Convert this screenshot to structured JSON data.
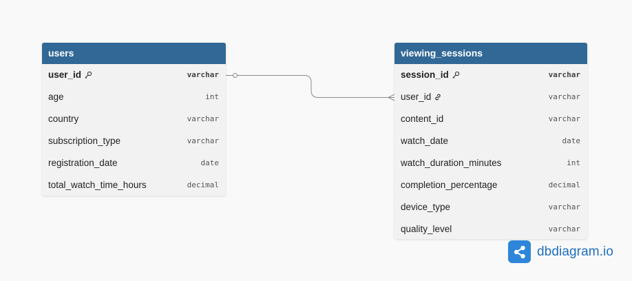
{
  "tables": {
    "users": {
      "title": "users",
      "columns": [
        {
          "name": "user_id",
          "type": "varchar",
          "key": "pk"
        },
        {
          "name": "age",
          "type": "int"
        },
        {
          "name": "country",
          "type": "varchar"
        },
        {
          "name": "subscription_type",
          "type": "varchar"
        },
        {
          "name": "registration_date",
          "type": "date"
        },
        {
          "name": "total_watch_time_hours",
          "type": "decimal"
        }
      ]
    },
    "viewing_sessions": {
      "title": "viewing_sessions",
      "columns": [
        {
          "name": "session_id",
          "type": "varchar",
          "key": "pk"
        },
        {
          "name": "user_id",
          "type": "varchar",
          "key": "fk"
        },
        {
          "name": "content_id",
          "type": "varchar"
        },
        {
          "name": "watch_date",
          "type": "date"
        },
        {
          "name": "watch_duration_minutes",
          "type": "int"
        },
        {
          "name": "completion_percentage",
          "type": "decimal"
        },
        {
          "name": "device_type",
          "type": "varchar"
        },
        {
          "name": "quality_level",
          "type": "varchar"
        }
      ]
    }
  },
  "relationships": [
    {
      "from": "users.user_id",
      "to": "viewing_sessions.user_id",
      "cardinality": "one-to-many"
    }
  ],
  "branding": {
    "logo_text": "dbdiagram.io",
    "icon": "share-nodes-icon"
  },
  "colors": {
    "header_bg": "#316896",
    "body_bg": "#f2f2f2",
    "canvas_bg": "#f9f9f9",
    "connector": "#8a8a8a",
    "logo_blue": "#2d86d9"
  }
}
